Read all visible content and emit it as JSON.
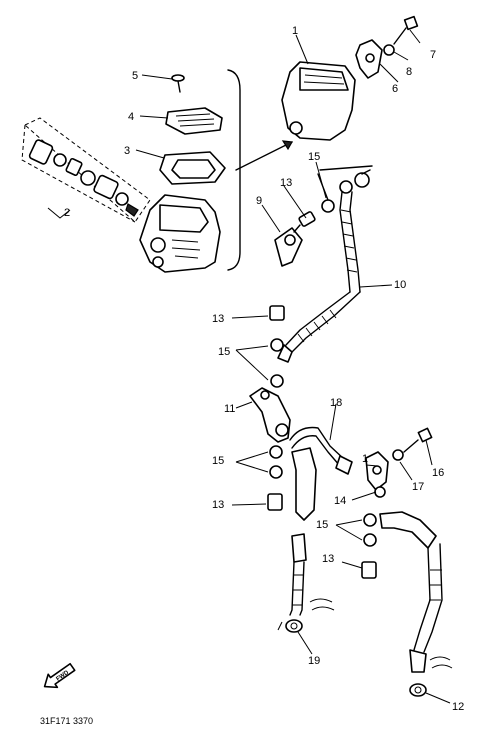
{
  "diagram": {
    "drawing_code": "31F171 3370",
    "arrow_label": "FWD",
    "parts": [
      {
        "num": "1"
      },
      {
        "num": "2"
      },
      {
        "num": "3"
      },
      {
        "num": "4"
      },
      {
        "num": "5"
      },
      {
        "num": "6"
      },
      {
        "num": "7"
      },
      {
        "num": "8"
      },
      {
        "num": "9"
      },
      {
        "num": "10"
      },
      {
        "num": "11"
      },
      {
        "num": "12"
      },
      {
        "num": "13"
      },
      {
        "num": "13"
      },
      {
        "num": "13"
      },
      {
        "num": "13"
      },
      {
        "num": "14"
      },
      {
        "num": "15"
      },
      {
        "num": "15"
      },
      {
        "num": "15"
      },
      {
        "num": "15"
      },
      {
        "num": "16"
      },
      {
        "num": "17"
      },
      {
        "num": "18"
      },
      {
        "num": "19"
      },
      {
        "num": "1"
      }
    ]
  }
}
